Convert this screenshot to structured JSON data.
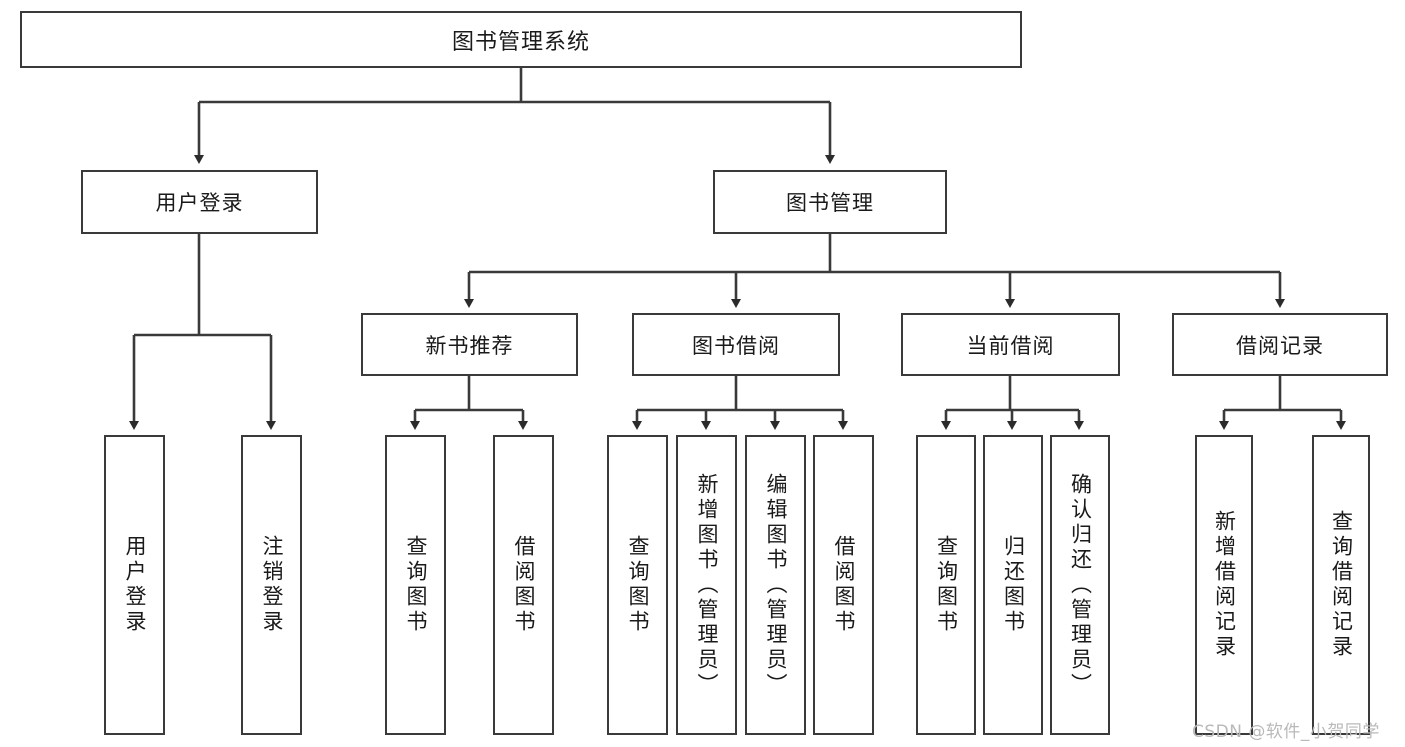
{
  "diagram": {
    "title_node": {
      "label": "图书管理系统"
    },
    "level2": [
      {
        "id": "user-login",
        "label": "用户登录"
      },
      {
        "id": "book-management",
        "label": "图书管理"
      }
    ],
    "level3": [
      {
        "id": "new-book-recommend",
        "label": "新书推荐"
      },
      {
        "id": "book-borrow",
        "label": "图书借阅"
      },
      {
        "id": "current-borrow",
        "label": "当前借阅"
      },
      {
        "id": "borrow-record",
        "label": "借阅记录"
      }
    ],
    "leaves": {
      "user_login": [
        {
          "id": "leaf-user-login",
          "label": "用户登录"
        },
        {
          "id": "leaf-logout-login",
          "label": "注销登录"
        }
      ],
      "new_book_recommend": [
        {
          "id": "leaf-query-book-1",
          "label": "查询图书"
        },
        {
          "id": "leaf-borrow-book-1",
          "label": "借阅图书"
        }
      ],
      "book_borrow": [
        {
          "id": "leaf-query-book-2",
          "label": "查询图书"
        },
        {
          "id": "leaf-add-book",
          "label": "新增图书（管理员）"
        },
        {
          "id": "leaf-edit-book",
          "label": "编辑图书（管理员）"
        },
        {
          "id": "leaf-borrow-book-2",
          "label": "借阅图书"
        }
      ],
      "current_borrow": [
        {
          "id": "leaf-query-book-3",
          "label": "查询图书"
        },
        {
          "id": "leaf-return-book",
          "label": "归还图书"
        },
        {
          "id": "leaf-confirm-return",
          "label": "确认归还（管理员）"
        }
      ],
      "borrow_record": [
        {
          "id": "leaf-add-record",
          "label": "新增借阅记录"
        },
        {
          "id": "leaf-query-record",
          "label": "查询借阅记录"
        }
      ]
    }
  },
  "watermark": {
    "text": "CSDN @软件_小贺同学"
  },
  "colors": {
    "stroke": "#3a3a3a",
    "text": "#1a1a1a",
    "background": "#ffffff",
    "watermark": "#b9b9b9"
  }
}
